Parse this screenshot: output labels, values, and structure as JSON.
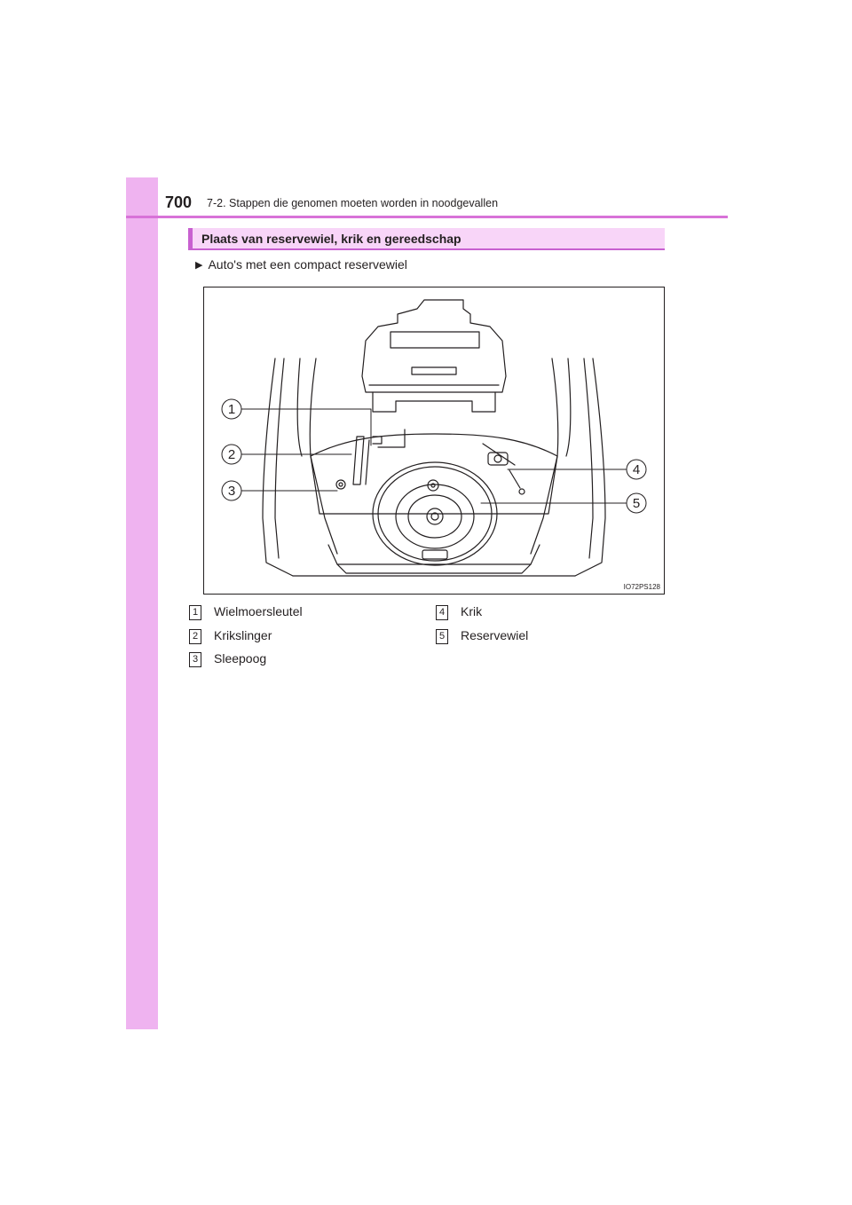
{
  "header": {
    "page_number": "700",
    "chapter": "7-2. Stappen die genomen moeten worden in noodgevallen"
  },
  "section": {
    "title": "Plaats van reservewiel, krik en gereedschap",
    "subheading": "Auto's met een compact reservewiel"
  },
  "figure": {
    "code": "IO72PS128",
    "callouts": [
      "1",
      "2",
      "3",
      "4",
      "5"
    ]
  },
  "legend": [
    {
      "num": "1",
      "label": "Wielmoersleutel"
    },
    {
      "num": "2",
      "label": "Krikslinger"
    },
    {
      "num": "3",
      "label": "Sleepoog"
    },
    {
      "num": "4",
      "label": "Krik"
    },
    {
      "num": "5",
      "label": "Reservewiel"
    }
  ],
  "colors": {
    "side_tab": "#efb3f0",
    "accent": "#c860d0",
    "section_fill": "#f8d5f8"
  }
}
